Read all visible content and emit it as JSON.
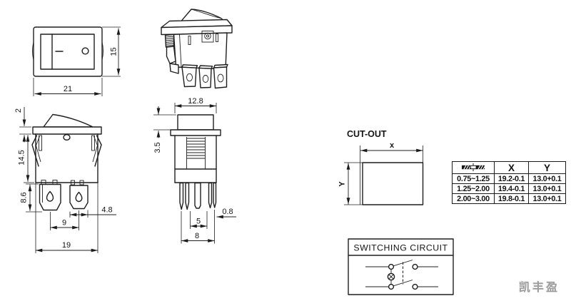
{
  "views": {
    "front": {
      "width": "21",
      "height": "15"
    },
    "side": {
      "flange_thickness": "2",
      "body_height": "14.5",
      "terminal_height": "8.6",
      "terminal_pitch": "9",
      "terminal_width": "4.8",
      "body_width": "19"
    },
    "end": {
      "width": "12.8",
      "height": "3.5",
      "pin_thickness": "0.8",
      "pin_pitch": "5",
      "pin_span": "8"
    }
  },
  "cutout": {
    "title": "CUT-OUT",
    "x_label": "x",
    "y_label": "Y"
  },
  "table": {
    "header": {
      "x": "X",
      "y": "Y"
    },
    "rows": [
      {
        "thickness": "0.75~1.25",
        "x": "19.2-0.1",
        "y": "13.0+0.1"
      },
      {
        "thickness": "1.25~2.00",
        "x": "19.4-0.1",
        "y": "13.0+0.1"
      },
      {
        "thickness": "2.00~3.00",
        "x": "19.8-0.1",
        "y": "13.0+0.1"
      }
    ]
  },
  "circuit": {
    "title": "SWITCHING CIRCUIT"
  },
  "watermark": {
    "text": "凯丰盈"
  },
  "colors": {
    "line": "#1f1f1f",
    "watermark": "#9b9b9b"
  }
}
